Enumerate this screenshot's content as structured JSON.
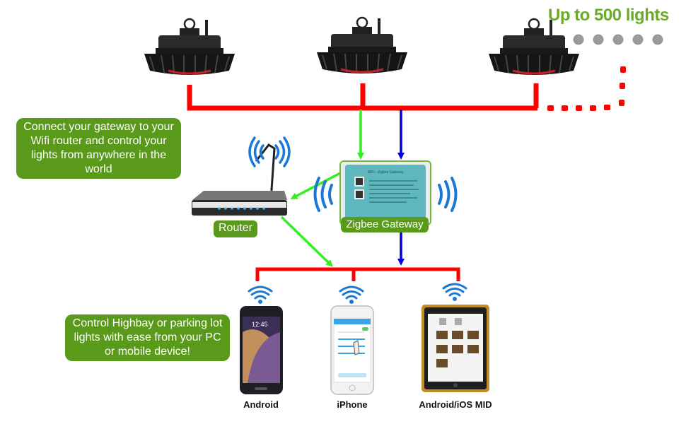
{
  "title": "Up to 500 lights",
  "callouts": {
    "gateway_wifi": "Connect your gateway to your Wifi router and control your lights from anywhere in the world",
    "control": "Control Highbay or parking lot lights with ease from your PC or mobile device!"
  },
  "labels": {
    "router": "Router",
    "gateway": "Zigbee Gateway",
    "gateway_screen": "WiFi - Zigbee Gateway"
  },
  "devices": [
    {
      "label": "Android",
      "screen_text": "12:45"
    },
    {
      "label": "iPhone",
      "screen_text": ""
    },
    {
      "label": "Android/iOS  MID",
      "screen_text": ""
    }
  ],
  "colors": {
    "power_line": "#ff0000",
    "wifi_link": "#33ee22",
    "zigbee_link": "#0000dd",
    "wifi_icon": "#1a78d6",
    "callout_bg": "#5a9a1a",
    "title": "#6cab2a"
  },
  "icons": [
    "highbay-light-icon",
    "router-icon",
    "zigbee-gateway-icon",
    "wifi-signal-icon",
    "smartphone-icon",
    "tablet-icon"
  ]
}
